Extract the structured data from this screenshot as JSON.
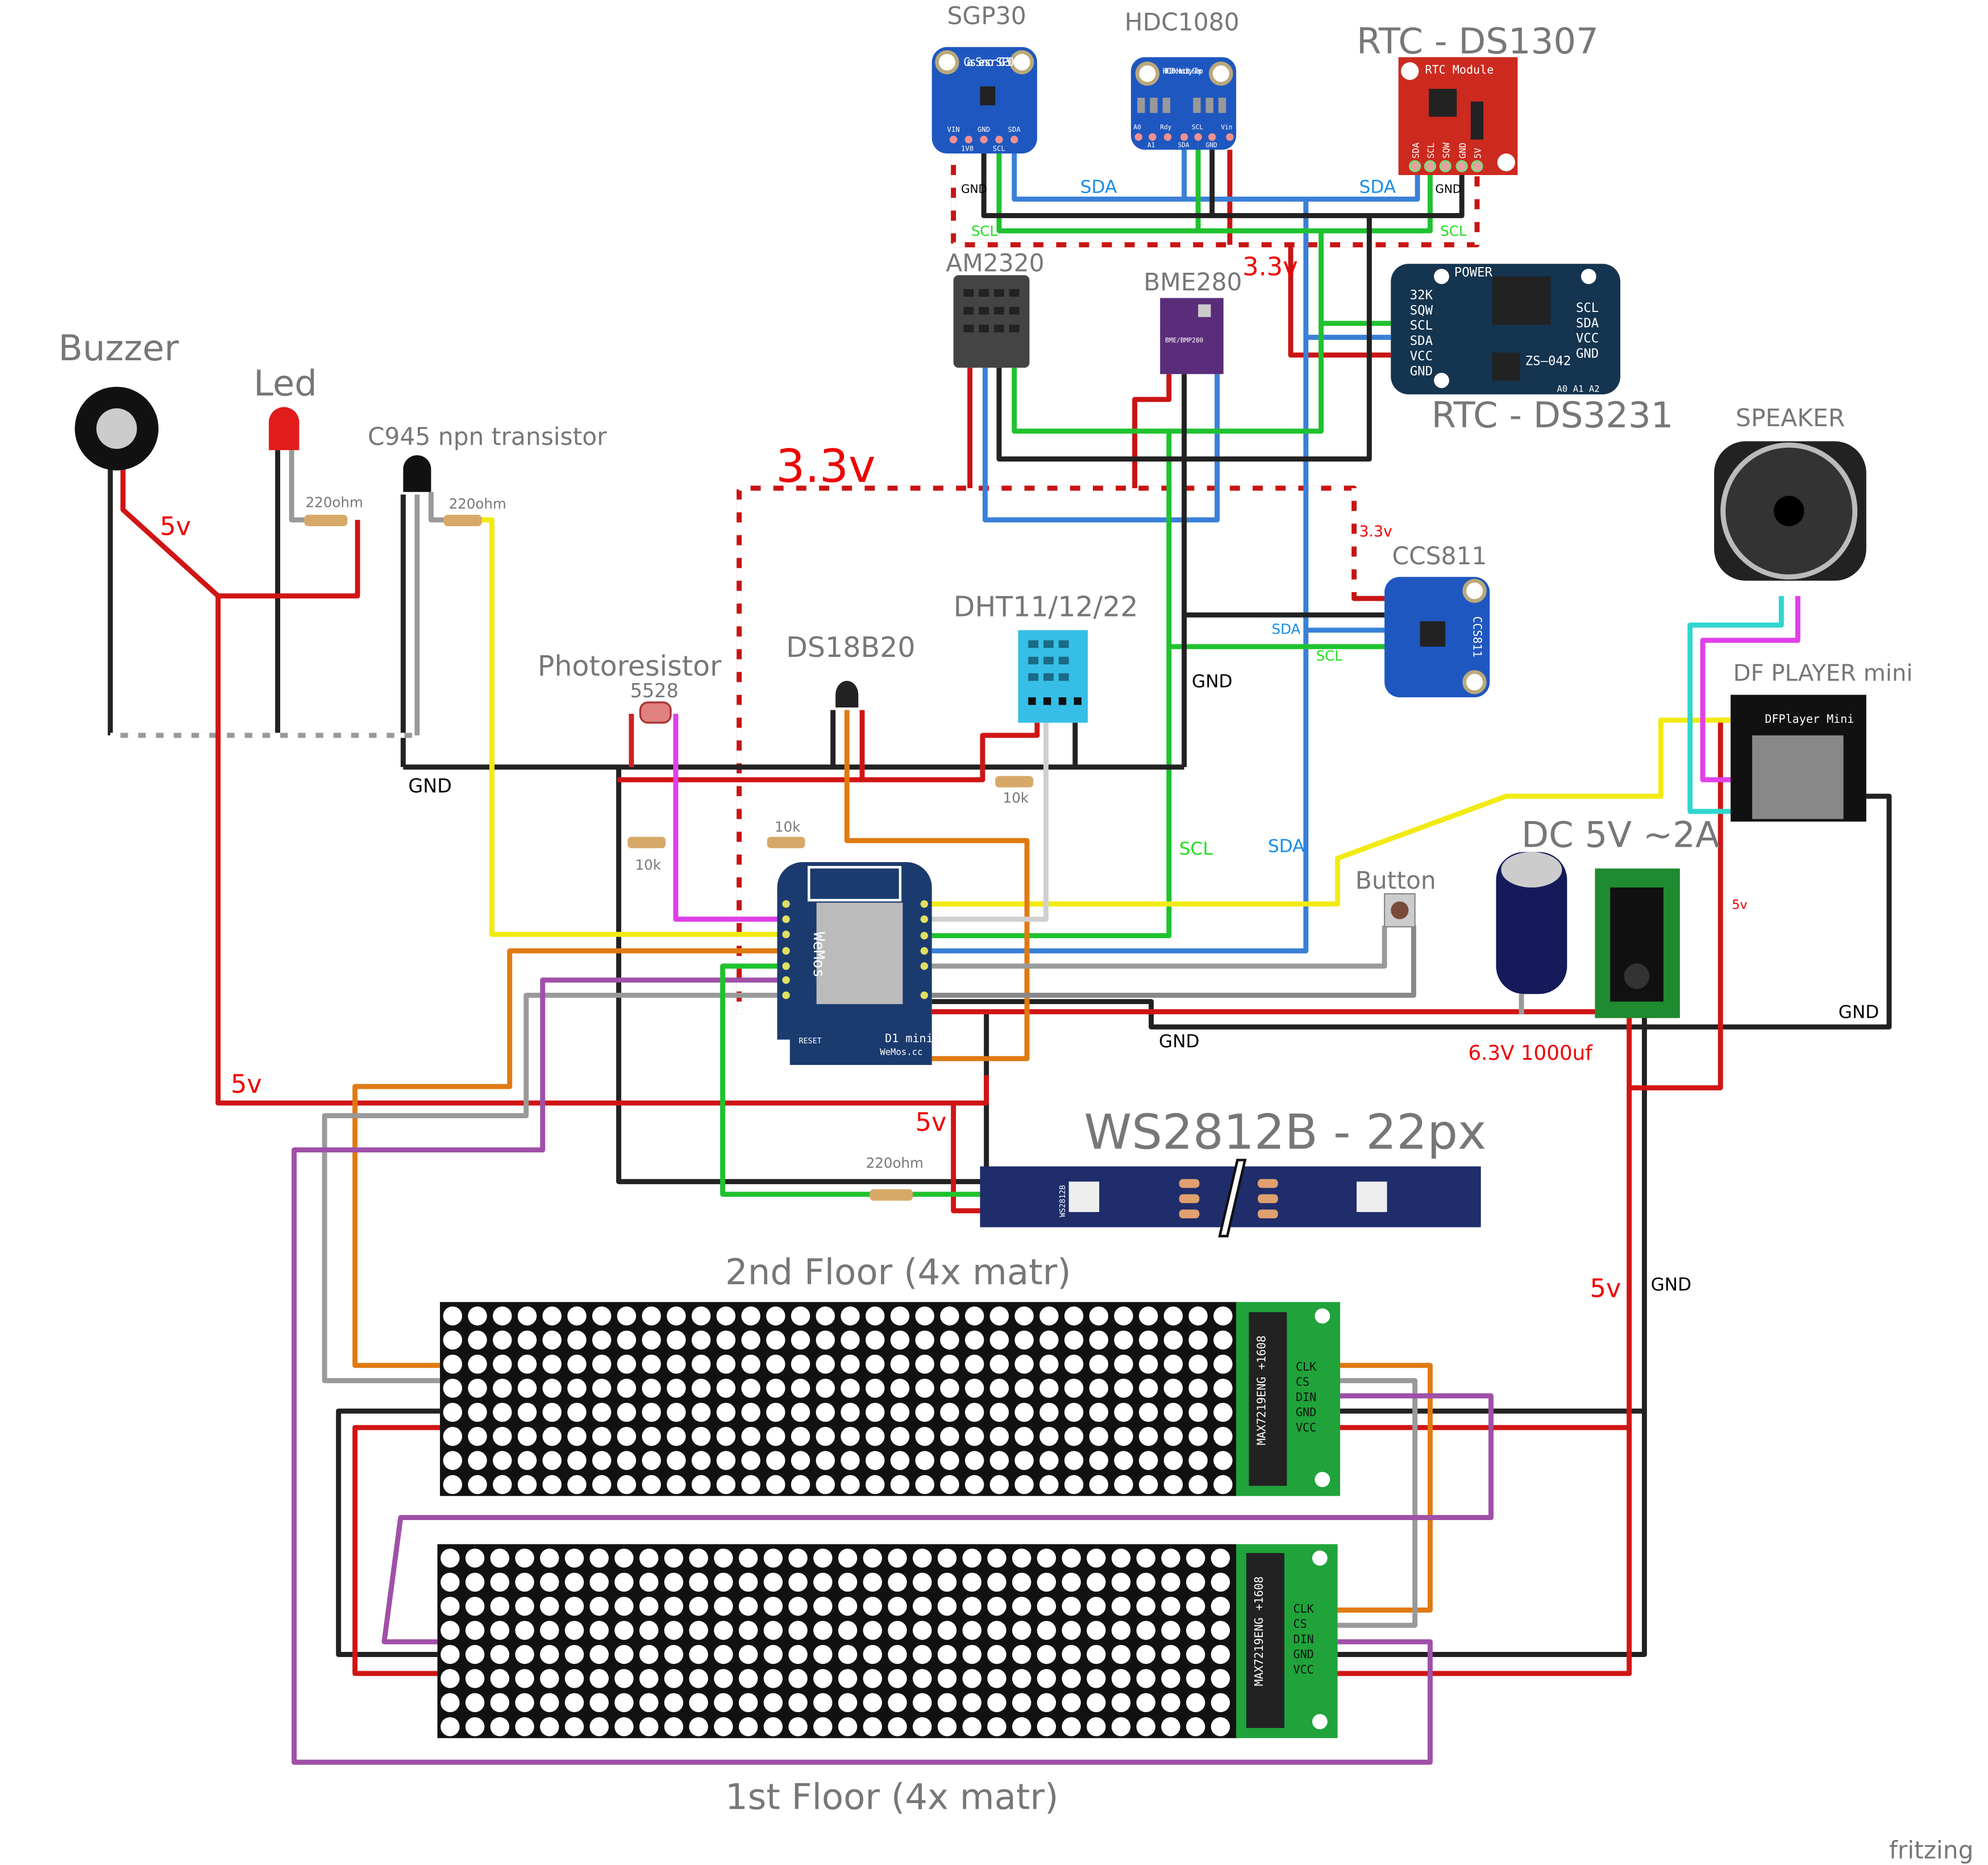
{
  "components": {
    "sgp30": {
      "title": "SGP30",
      "board_text": "Gas Sensor SGP30",
      "pins": [
        "VIN",
        "1V8",
        "GND",
        "SCL",
        "SDA"
      ]
    },
    "hdc1080": {
      "title": "HDC1080",
      "board_text": "HDC100x Humidity &Temp",
      "pins": [
        "A0",
        "A1",
        "Rdy",
        "SDA",
        "SCL",
        "GND",
        "Vin"
      ]
    },
    "rtc_ds1307": {
      "title": "RTC - DS1307",
      "board_text": "RTC Module",
      "pins": [
        "SDA",
        "SCL",
        "SQW",
        "GND",
        "5V"
      ]
    },
    "am2320": {
      "title": "AM2320"
    },
    "bme280": {
      "title": "BME280",
      "board_text": "BME/BMP280"
    },
    "rtc_ds3231": {
      "title": "RTC - DS3231",
      "power": "POWER",
      "left_pins": [
        "32K",
        "SQW",
        "SCL",
        "SDA",
        "VCC",
        "GND"
      ],
      "right_pins": [
        "SCL",
        "SDA",
        "VCC",
        "GND"
      ],
      "chip": "ZS—042",
      "addr": "A0 A1 A2"
    },
    "speaker": {
      "title": "SPEAKER"
    },
    "ccs811": {
      "title": "CCS811",
      "board_text": "CCS811"
    },
    "dfplayer": {
      "title": "DF PLAYER mini",
      "board_text": "DFPlayer Mini"
    },
    "dht": {
      "title": "DHT11/12/22"
    },
    "ds18b20": {
      "title": "DS18B20"
    },
    "photoresistor": {
      "title": "Photoresistor",
      "subtitle": "5528"
    },
    "buzzer": {
      "title": "Buzzer"
    },
    "led": {
      "title": "Led"
    },
    "transistor": {
      "title": "C945 npn transistor"
    },
    "wemos": {
      "board_text": "WeMos",
      "model": "D1 mini",
      "reset": "RESET",
      "site": "WeMos.cc"
    },
    "power_jack": {
      "title": "DC 5V ~2A"
    },
    "capacitor": {
      "title": "6.3V 1000uf"
    },
    "button": {
      "title": "Button"
    },
    "ws2812b": {
      "title": "WS2812B - 22px",
      "chip": "WS2812B"
    },
    "matrix_2nd": {
      "title": "2nd Floor (4x matr)",
      "chip": "MAX7219ENG +1608",
      "pins": [
        "CLK",
        "CS",
        "DIN",
        "GND",
        "VCC"
      ]
    },
    "matrix_1st": {
      "title": "1st Floor (4x matr)",
      "chip": "MAX7219ENG +1608",
      "pins": [
        "CLK",
        "CS",
        "DIN",
        "GND",
        "VCC"
      ]
    }
  },
  "resistors": {
    "r_led": "220ohm",
    "r_tr": "220ohm",
    "r_ds": "10k",
    "r_ldr": "10k",
    "r_dht": "10k",
    "r_ws": "220ohm"
  },
  "wire_labels": {
    "sda": "SDA",
    "scl": "SCL",
    "gnd": "GND",
    "v33": "3.3v",
    "v5": "5v"
  },
  "watermark": "fritzing",
  "colors": {
    "red": "#d01515",
    "black": "#222222",
    "green": "#1fc22f",
    "blue": "#3a80d8",
    "yellow": "#f2ea12",
    "orange": "#e07a12",
    "magenta": "#e040e8",
    "purple": "#a050a8",
    "gray": "#9a9a9a",
    "cyan": "#2fd6d0"
  }
}
